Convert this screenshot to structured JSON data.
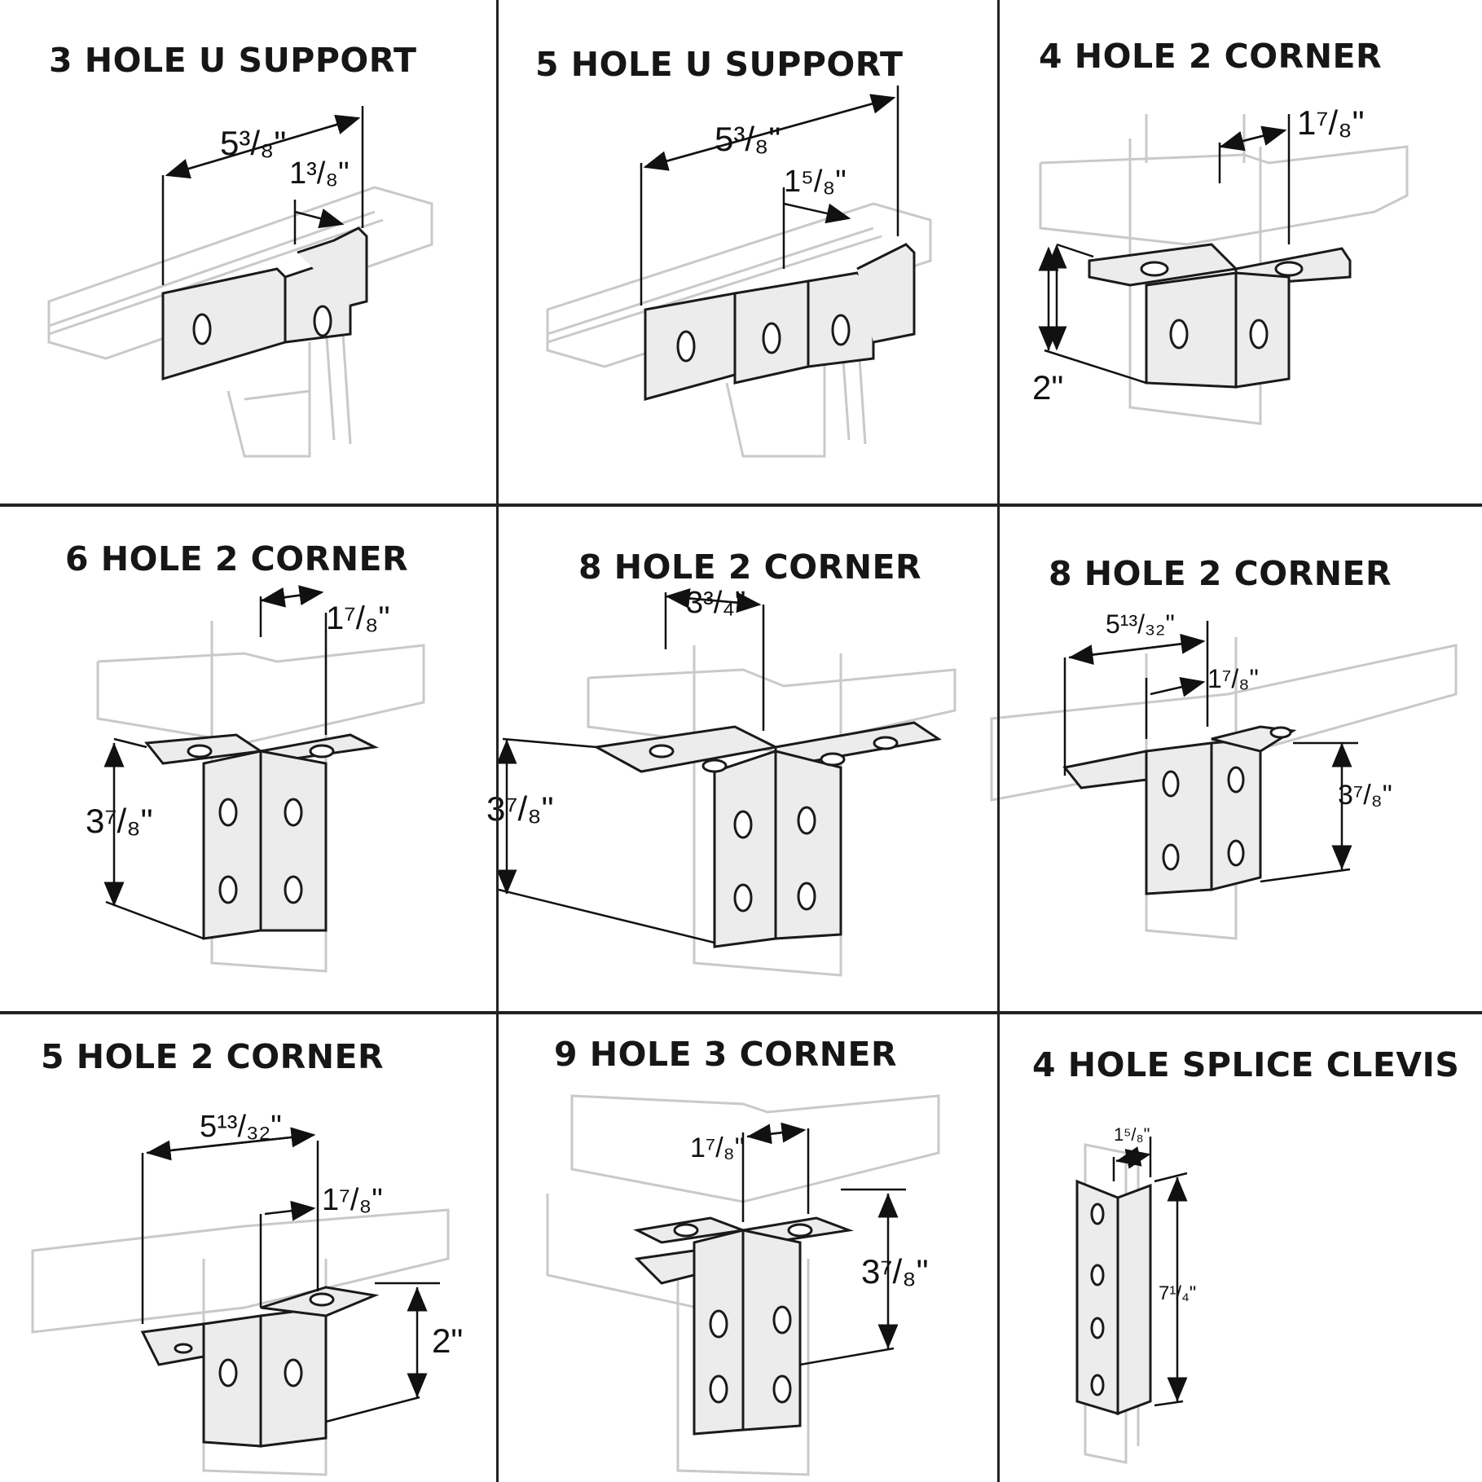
{
  "cells": [
    {
      "id": "3-hole-u-support",
      "title": "3 HOLE  U SUPPORT",
      "dimensions": [
        "5³/₈\"",
        "1³/₈\""
      ]
    },
    {
      "id": "5-hole-u-support",
      "title": "5 HOLE U SUPPORT",
      "dimensions": [
        "5³/₈\"",
        "1⁵/₈\""
      ]
    },
    {
      "id": "4-hole-2-corner",
      "title": "4 HOLE 2 CORNER",
      "dimensions": [
        "1⁷/₈\"",
        "2\""
      ]
    },
    {
      "id": "6-hole-2-corner",
      "title": "6 HOLE 2 CORNER",
      "dimensions": [
        "1⁷/₈\"",
        "3⁷/₈\""
      ]
    },
    {
      "id": "8-hole-2-corner-a",
      "title": "8 HOLE 2 CORNER",
      "dimensions": [
        "3³/₄\"",
        "3⁷/₈\""
      ]
    },
    {
      "id": "8-hole-2-corner-b",
      "title": "8 HOLE 2 CORNER",
      "dimensions": [
        "5¹³/₃₂\"",
        "1⁷/₈\"",
        "3⁷/₈\""
      ]
    },
    {
      "id": "5-hole-2-corner",
      "title": "5 HOLE 2 CORNER",
      "dimensions": [
        "5¹³/₃₂\"",
        "1⁷/₈\"",
        "2\""
      ]
    },
    {
      "id": "9-hole-3-corner",
      "title": "9 HOLE 3 CORNER",
      "dimensions": [
        "1⁷/₈\"",
        "3⁷/₈\""
      ]
    },
    {
      "id": "4-hole-splice-clevis",
      "title": "4 HOLE SPLICE CLEVIS",
      "dimensions": [
        "1⁵/₈\"",
        "7¹/₄\""
      ]
    }
  ]
}
